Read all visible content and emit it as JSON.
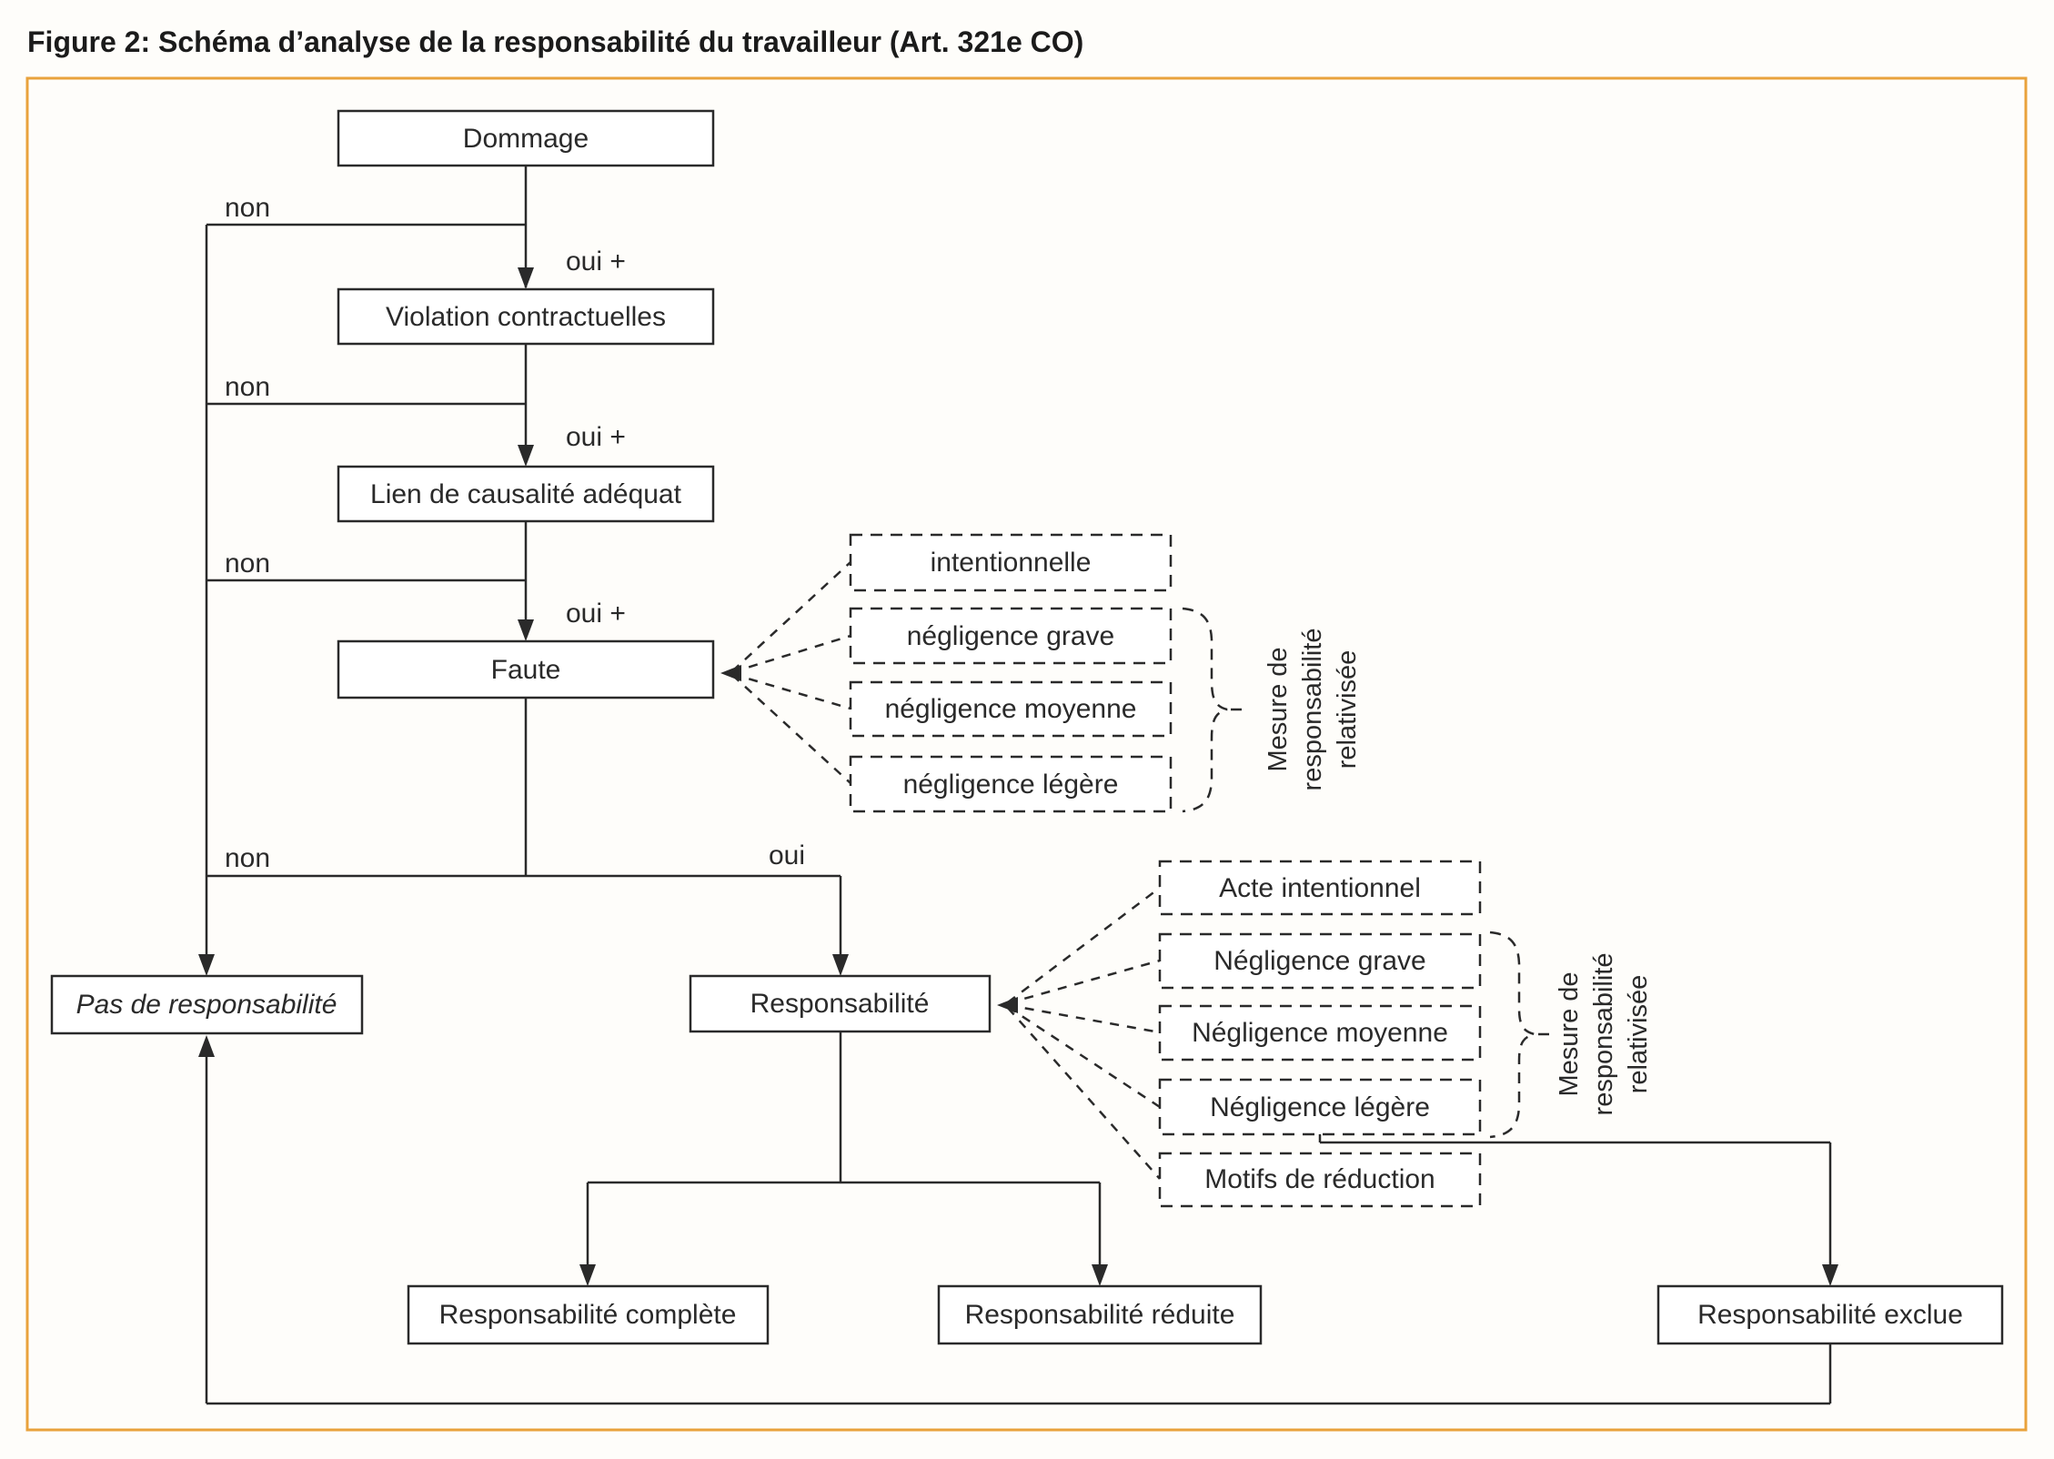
{
  "title": "Figure 2: Schéma d’analyse de la responsabilité du travailleur (Art. 321e CO)",
  "labels": {
    "no": "non",
    "yes_plus": "oui +",
    "yes": "oui"
  },
  "nodes": {
    "dommage": "Dommage",
    "violation": "Violation contractuelles",
    "lien": "Lien de causalité adéquat",
    "faute": "Faute",
    "pas": "Pas de responsabilité",
    "responsabilite": "Responsabilité",
    "complete": "Responsabilité complète",
    "reduite": "Responsabilité réduite",
    "exclue": "Responsabilité exclue"
  },
  "faute_degrees": [
    "intentionnelle",
    "négligence grave",
    "négligence moyenne",
    "négligence légère"
  ],
  "responsabilite_degrees": [
    "Acte intentionnel",
    "Négligence grave",
    "Négligence moyenne",
    "Négligence légère",
    "Motifs de réduction"
  ],
  "measure_label_lines": [
    "Mesure de",
    "responsabilité",
    "relativisée"
  ],
  "colors": {
    "border": "#E9A23C",
    "line": "#2A2A2A",
    "text": "#2A2A2A",
    "background": "#FEFDFA"
  }
}
